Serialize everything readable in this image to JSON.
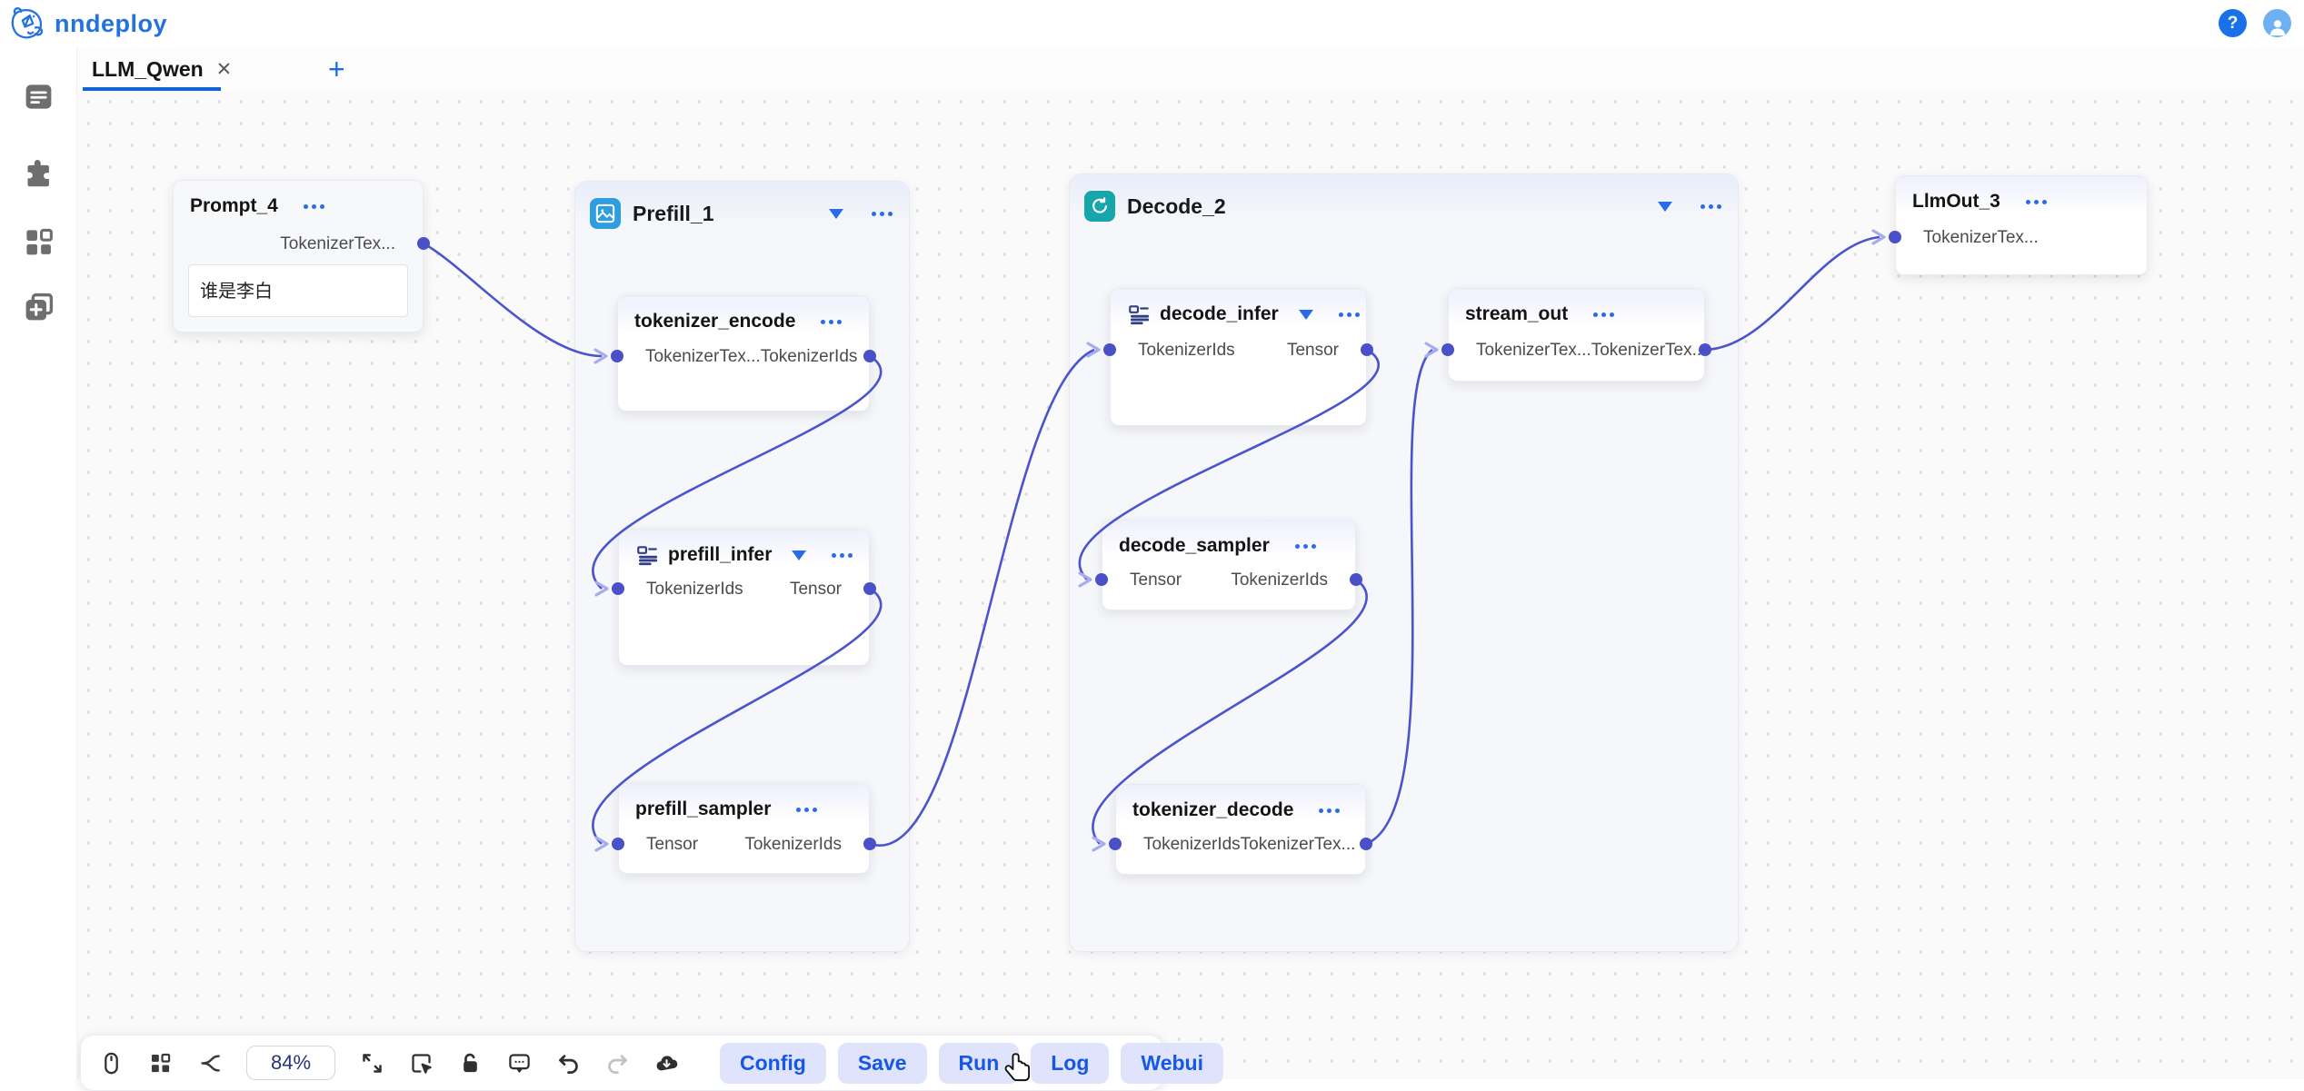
{
  "header": {
    "logo_text": "nndeploy",
    "help_label": "?"
  },
  "tab_bar": {
    "active_tab": "LLM_Qwen",
    "close_icon": "✕",
    "add_icon": "+"
  },
  "sidebar": {
    "icons": [
      "notes-icon",
      "plugin-icon",
      "apps-icon",
      "new-window-icon"
    ]
  },
  "canvas": {
    "groups": [
      {
        "title": "Prefill_1",
        "icon": "image-icon"
      },
      {
        "title": "Decode_2",
        "icon": "loop-icon"
      }
    ],
    "nodes": [
      {
        "title": "Prompt_4",
        "output": "TokenizerTex...",
        "text": "谁是李白"
      },
      {
        "title": "tokenizer_encode",
        "input": "TokenizerTex...",
        "output": "TokenizerIds"
      },
      {
        "title": "prefill_infer",
        "input": "TokenizerIds",
        "output": "Tensor",
        "icon": "form-icon"
      },
      {
        "title": "prefill_sampler",
        "input": "Tensor",
        "output": "TokenizerIds"
      },
      {
        "title": "decode_infer",
        "input": "TokenizerIds",
        "output": "Tensor",
        "icon": "form-icon"
      },
      {
        "title": "stream_out",
        "input": "TokenizerTex...",
        "output": "TokenizerTex..."
      },
      {
        "title": "decode_sampler",
        "input": "Tensor",
        "output": "TokenizerIds"
      },
      {
        "title": "tokenizer_decode",
        "input": "TokenizerIds",
        "output": "TokenizerTex..."
      },
      {
        "title": "LlmOut_3",
        "input": "TokenizerTex..."
      }
    ]
  },
  "toolbar": {
    "zoom_value": "84%",
    "icons": [
      "mouse-icon",
      "layout-icon",
      "branch-icon",
      "fit-icon",
      "select-region-icon",
      "unlock-icon",
      "comment-icon",
      "undo-icon",
      "redo-icon",
      "download-icon"
    ],
    "buttons": [
      "Config",
      "Save",
      "Run",
      "Log",
      "Webui"
    ]
  },
  "colors": {
    "accent_blue": "#1b64e4",
    "edge_indigo": "#4b54cd",
    "teal_icon": "#17a6ab",
    "image_icon_blue": "#2f9de2",
    "button_bg": "#dfe3fb",
    "canvas_bg": "#fafafa"
  }
}
